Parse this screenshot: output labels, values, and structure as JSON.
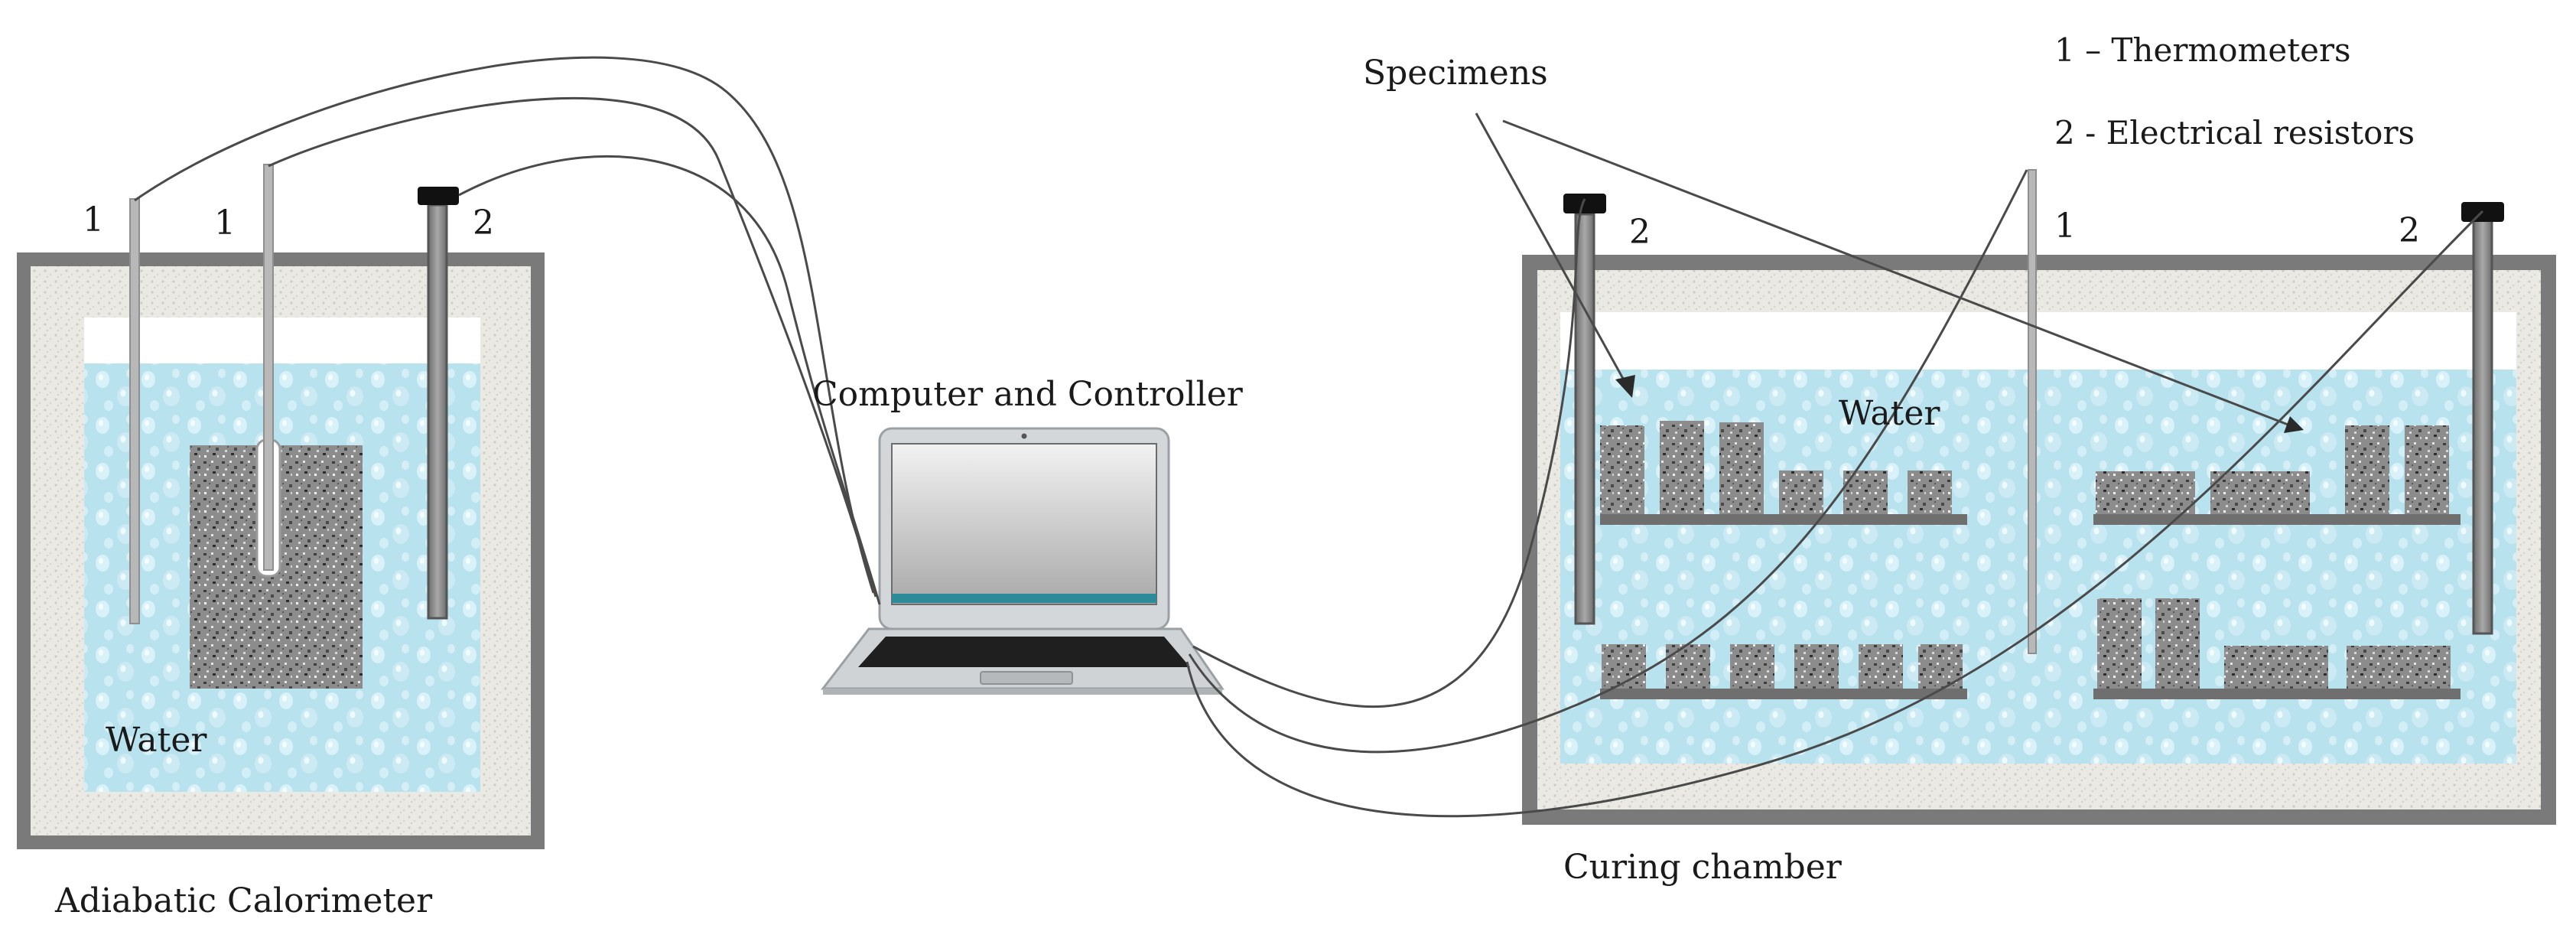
{
  "labels": {
    "adiabatic_calorimeter": "Adiabatic Calorimeter",
    "computer_controller": "Computer and Controller",
    "curing_chamber": "Curing chamber",
    "specimens": "Specimens",
    "legend_thermometers": "1 – Thermometers",
    "legend_resistors": "2 - Electrical resistors",
    "water_left": "Water",
    "water_right": "Water",
    "thermo_num_a": "1",
    "thermo_num_b": "1",
    "thermo_num_c": "1",
    "resistor_num_a": "2",
    "resistor_num_b": "2",
    "resistor_num_c": "2"
  },
  "colors": {
    "vessel_frame": "#7a7a7a",
    "insulation": "#ebe9e3",
    "water": "#b9e2ef",
    "water_drop": "#e8f7fb",
    "concrete": "#8a8a8a",
    "shelf": "#6f6f6f",
    "resistor_cap": "#111111",
    "wire": "#4a4a4a",
    "laptop_body": "#cfd3d6",
    "laptop_screen": "#c4c4c4",
    "laptop_accent": "#2c8a99"
  }
}
